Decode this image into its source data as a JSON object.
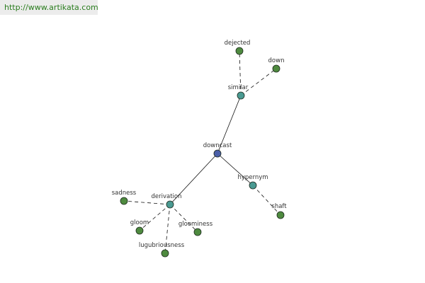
{
  "site_url": "http://www.artikata.com",
  "colors": {
    "center_node": "#4b5fa8",
    "relation_node": "#4a9a92",
    "leaf_node": "#4e8a3f",
    "node_stroke": "#1e2a1e",
    "edge": "#111111",
    "url_text": "#2a7d1e",
    "url_bg": "#ececec"
  },
  "graph": {
    "center": {
      "id": "downcast",
      "label": "downcast"
    },
    "relations": [
      {
        "id": "similar",
        "label": "similar",
        "terms": [
          {
            "id": "dejected",
            "label": "dejected"
          },
          {
            "id": "down",
            "label": "down"
          }
        ]
      },
      {
        "id": "hypernym",
        "label": "hypernym",
        "terms": [
          {
            "id": "shaft",
            "label": "shaft"
          }
        ]
      },
      {
        "id": "derivation",
        "label": "derivation",
        "terms": [
          {
            "id": "sadness",
            "label": "sadness"
          },
          {
            "id": "gloom",
            "label": "gloom"
          },
          {
            "id": "lugubriousness",
            "label": "lugubriousness"
          },
          {
            "id": "gloominess",
            "label": "gloominess"
          }
        ]
      }
    ]
  }
}
